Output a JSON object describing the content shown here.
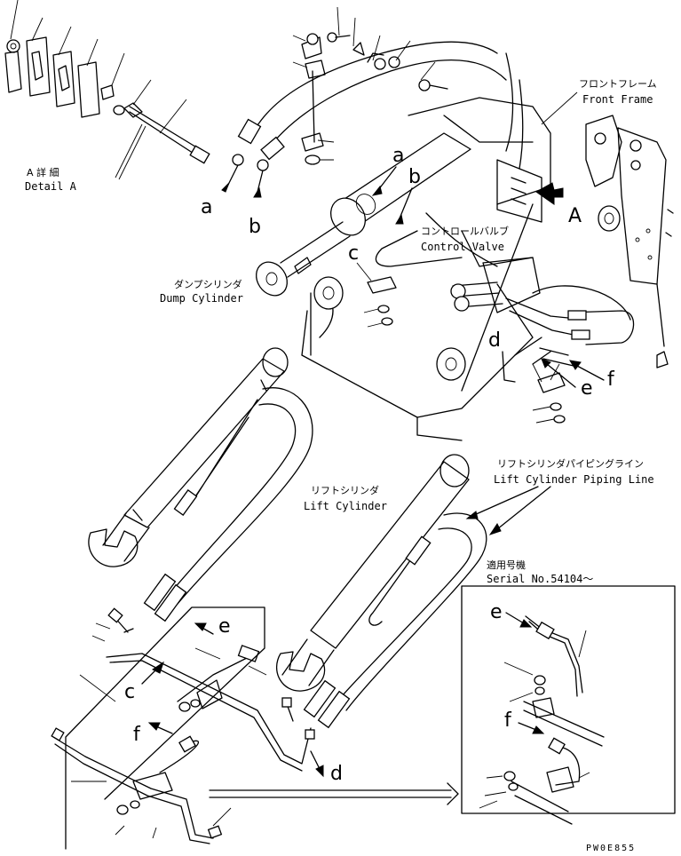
{
  "detail_label_jp": "A 詳 細",
  "detail_label_en": "Detail A",
  "front_frame_jp": "フロントフレーム",
  "front_frame_en": "Front Frame",
  "control_valve_jp": "コントロールバルブ",
  "control_valve_en": "Control Valve",
  "dump_cylinder_jp": "ダンプシリンダ",
  "dump_cylinder_en": "Dump Cylinder",
  "lift_cylinder_jp": "リフトシリンダ",
  "lift_cylinder_en": "Lift Cylinder",
  "lift_piping_jp": "リフトシリンダパイピングライン",
  "lift_piping_en": "Lift Cylinder Piping Line",
  "serial_jp": "適用号機",
  "serial_en": "Serial No.54104～",
  "view_marker": "A",
  "refs": {
    "a1": "a",
    "b1": "b",
    "a2": "a",
    "b2": "b",
    "c1": "c",
    "d1": "d",
    "e1": "e",
    "f1": "f",
    "c2": "c",
    "e2": "e",
    "f2": "f",
    "d2": "d",
    "e3": "e",
    "f3": "f"
  },
  "drawing_code": "PW0E855"
}
